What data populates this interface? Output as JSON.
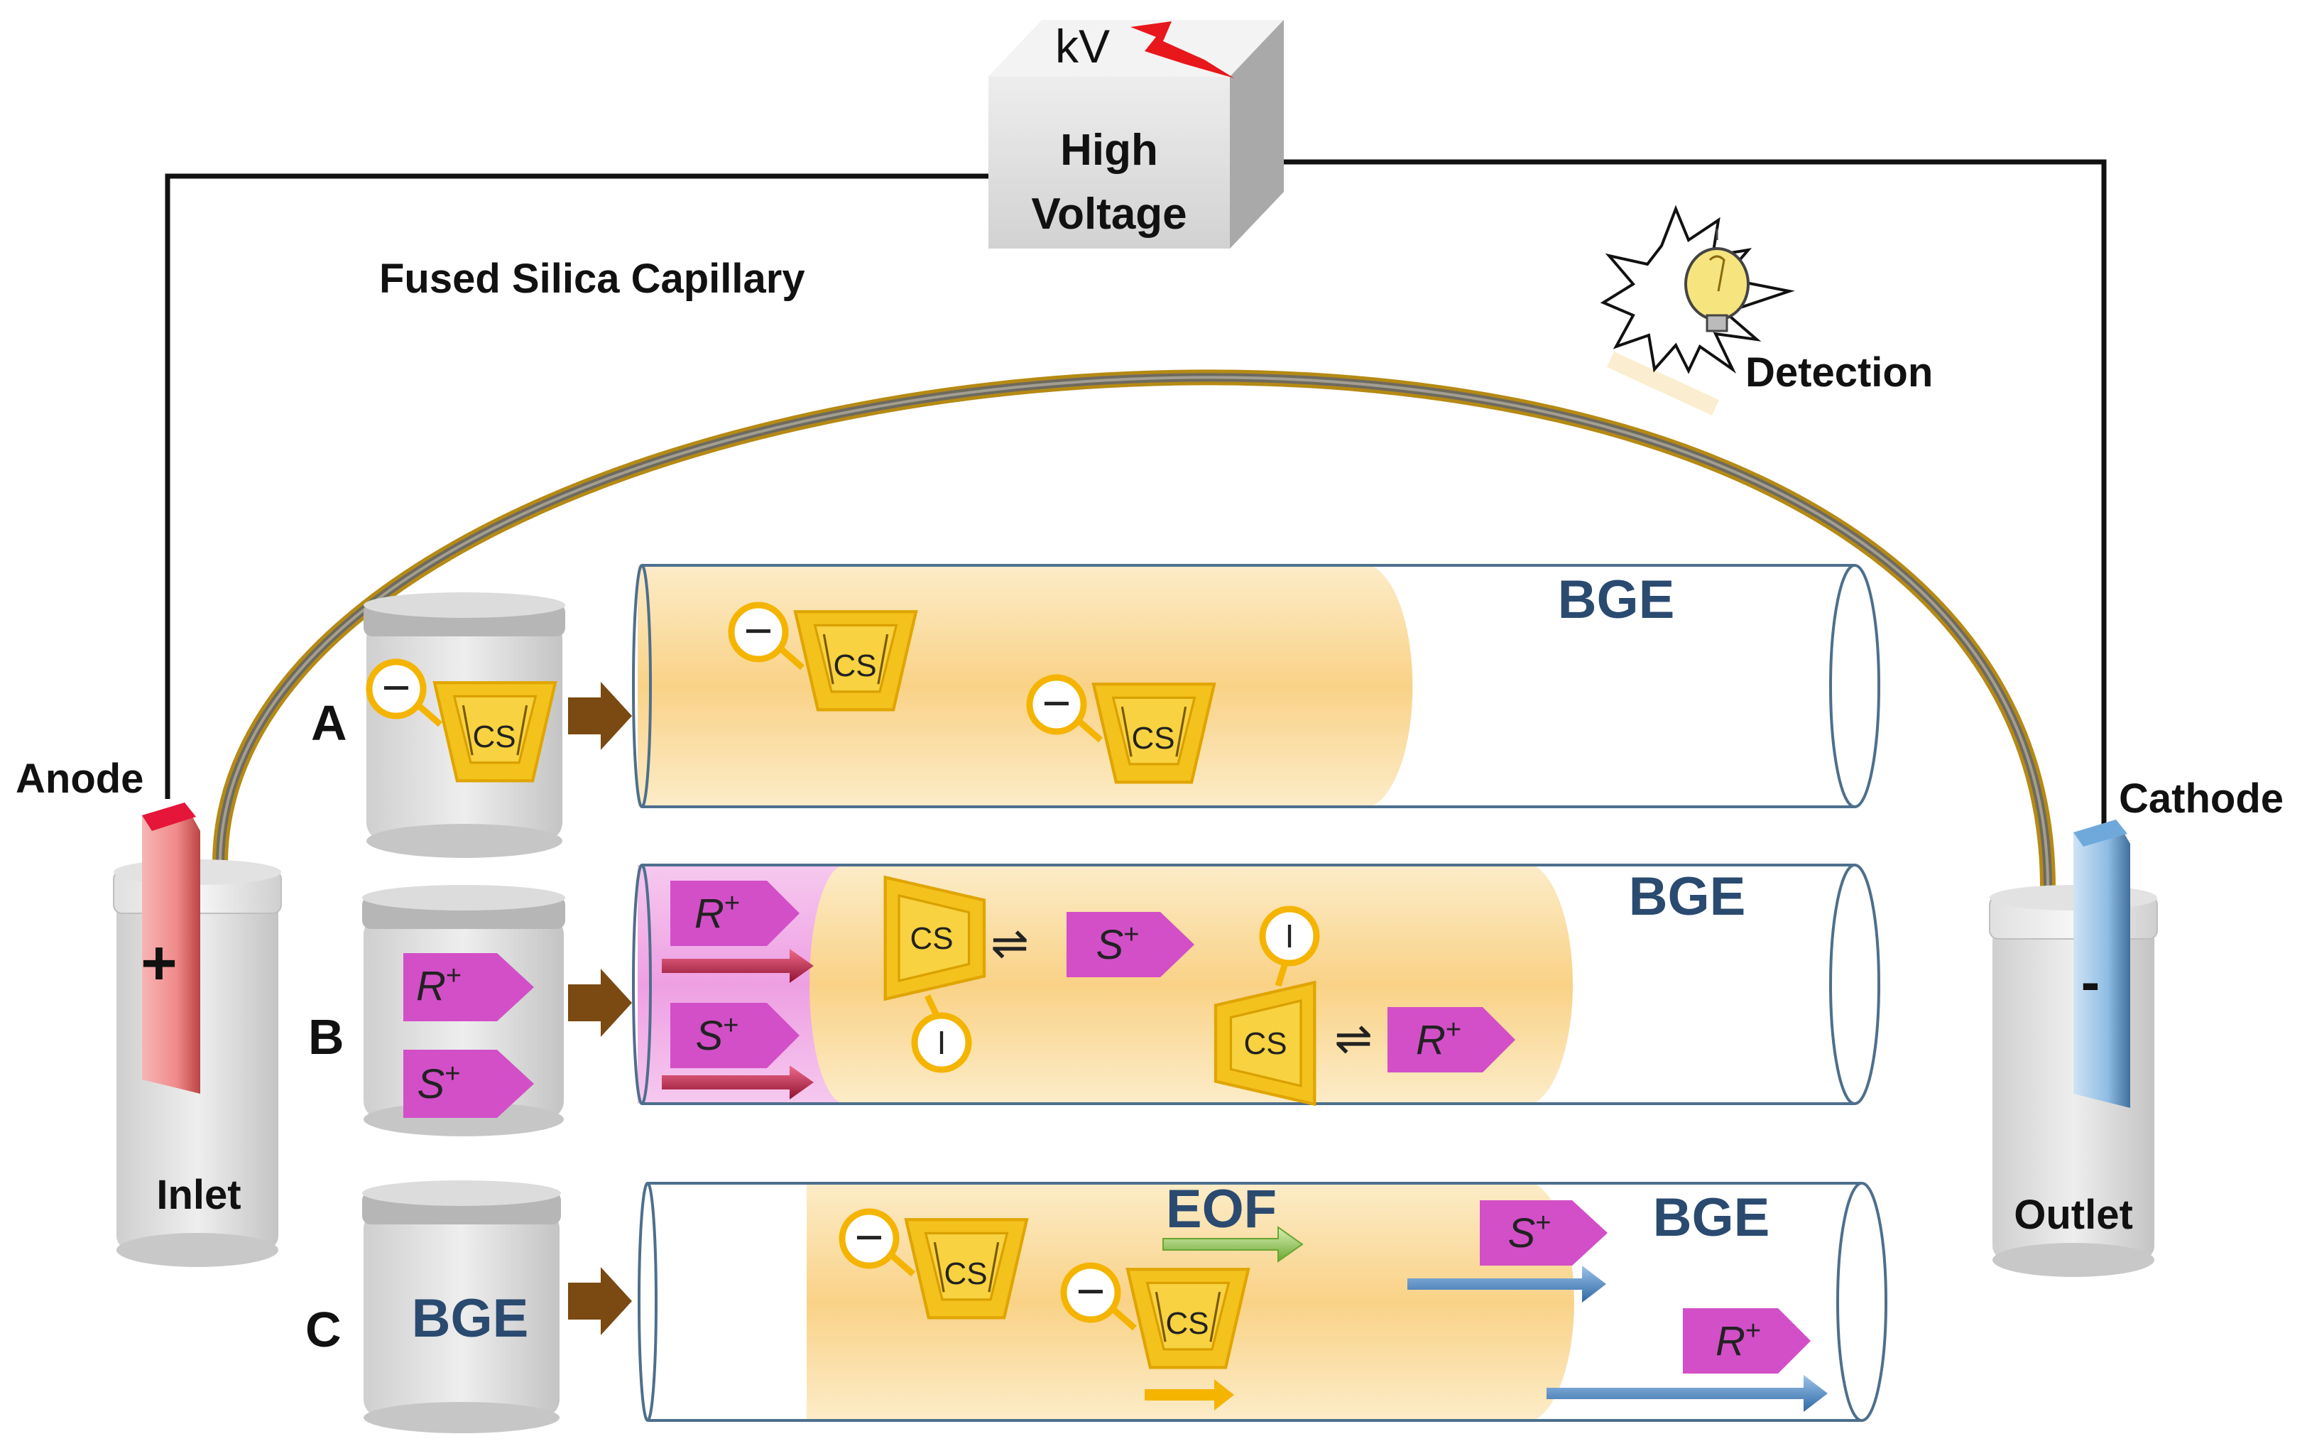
{
  "power_supply": {
    "unit": "kV",
    "label_line1": "High",
    "label_line2": "Voltage"
  },
  "capillary_label": "Fused Silica Capillary",
  "detection_label": "Detection",
  "anode": {
    "label": "Anode",
    "sign": "+",
    "vial_label": "Inlet"
  },
  "cathode": {
    "label": "Cathode",
    "sign": "-",
    "vial_label": "Outlet"
  },
  "panels": [
    {
      "letter": "A",
      "tube_label": "BGE",
      "selector": "CS",
      "charge": "−"
    },
    {
      "letter": "B",
      "tube_label": "BGE",
      "selector": "CS",
      "charge": "I",
      "analytes": [
        {
          "name": "R",
          "charge": "+"
        },
        {
          "name": "S",
          "charge": "+"
        }
      ],
      "equilibrium": "⇌"
    },
    {
      "letter": "C",
      "tube_label": "BGE",
      "vial_label": "BGE",
      "selector": "CS",
      "charge": "−",
      "flow_label": "EOF",
      "analytes": [
        {
          "name": "S",
          "charge": "+"
        },
        {
          "name": "R",
          "charge": "+"
        }
      ]
    }
  ],
  "colors": {
    "anode": "#f08a8a",
    "cathode": "#8fbde4",
    "selector": "#f4c21c",
    "analyte": "#d24fc8",
    "capillary": "#7b7462",
    "wire": "#111111",
    "bge_zone": "#fbd89a",
    "eof_arrow": "#8fc24a",
    "mobility_arrow": "#3e79b6",
    "injection_arrow": "#c0204a",
    "bge_text": "#2a4a70"
  }
}
